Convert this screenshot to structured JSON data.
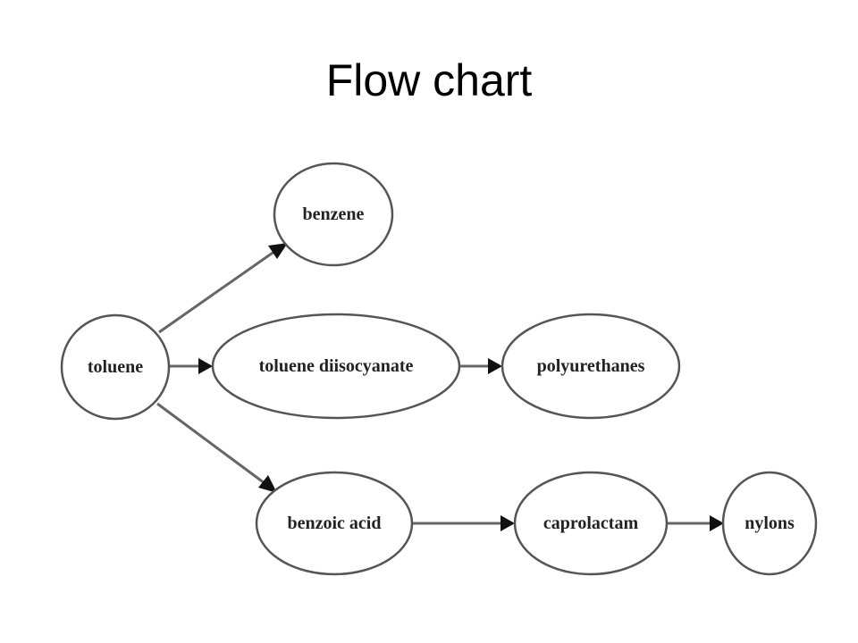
{
  "title": "Flow chart",
  "nodes": {
    "toluene": "toluene",
    "benzene": "benzene",
    "toluene_diisocyanate": "toluene diisocyanate",
    "polyurethanes": "polyurethanes",
    "benzoic_acid": "benzoic acid",
    "caprolactam": "caprolactam",
    "nylons": "nylons"
  },
  "edges": [
    {
      "from": "toluene",
      "to": "benzene"
    },
    {
      "from": "toluene",
      "to": "toluene diisocyanate"
    },
    {
      "from": "toluene diisocyanate",
      "to": "polyurethanes"
    },
    {
      "from": "toluene",
      "to": "benzoic acid"
    },
    {
      "from": "benzoic acid",
      "to": "caprolactam"
    },
    {
      "from": "caprolactam",
      "to": "nylons"
    }
  ]
}
